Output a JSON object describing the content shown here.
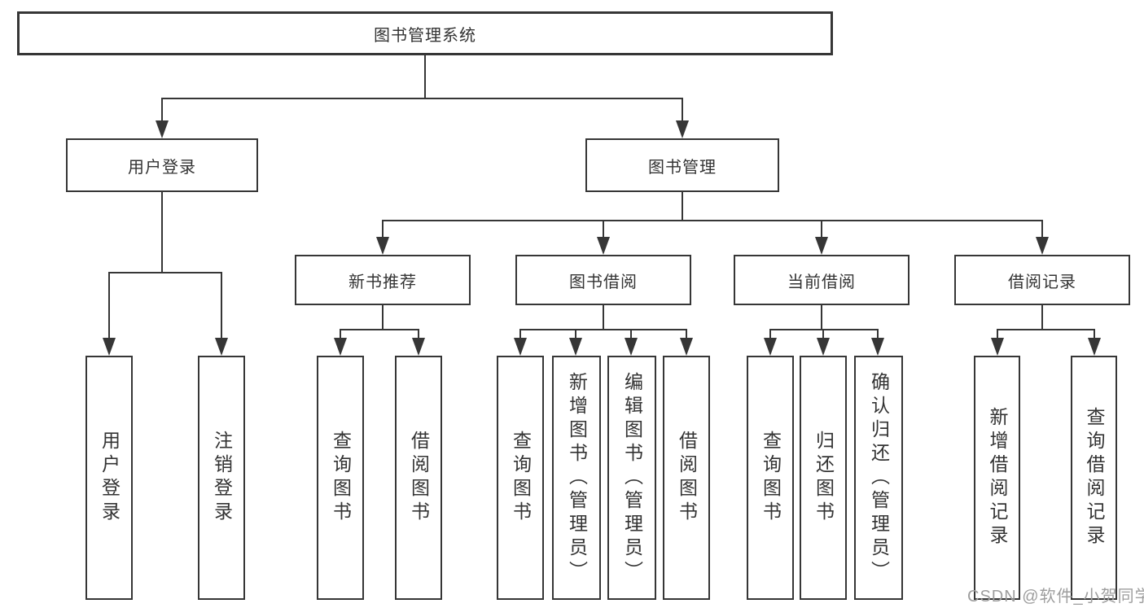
{
  "page": {
    "background": "#ffffff",
    "watermark": {
      "text": "CSDN @软件_小贺同学",
      "color": "#9e9e9e"
    }
  },
  "palette": {
    "line": "#363636",
    "text": "#333333",
    "box_background": "#ffffff"
  },
  "tree": {
    "root": {
      "label": "图书管理系统"
    },
    "branches": [
      {
        "label": "用户登录",
        "children": [
          {
            "label": "用户登录"
          },
          {
            "label": "注销登录"
          }
        ]
      },
      {
        "label": "图书管理",
        "children": [
          {
            "label": "新书推荐",
            "children": [
              {
                "label": "查询图书"
              },
              {
                "label": "借阅图书"
              }
            ]
          },
          {
            "label": "图书借阅",
            "children": [
              {
                "label": "查询图书"
              },
              {
                "label": "新增图书（管理员）"
              },
              {
                "label": "编辑图书（管理员）"
              },
              {
                "label": "借阅图书"
              }
            ]
          },
          {
            "label": "当前借阅",
            "children": [
              {
                "label": "查询图书"
              },
              {
                "label": "归还图书"
              },
              {
                "label": "确认归还（管理员）"
              }
            ]
          },
          {
            "label": "借阅记录",
            "children": [
              {
                "label": "新增借阅记录"
              },
              {
                "label": "查询借阅记录"
              }
            ]
          }
        ]
      }
    ]
  }
}
